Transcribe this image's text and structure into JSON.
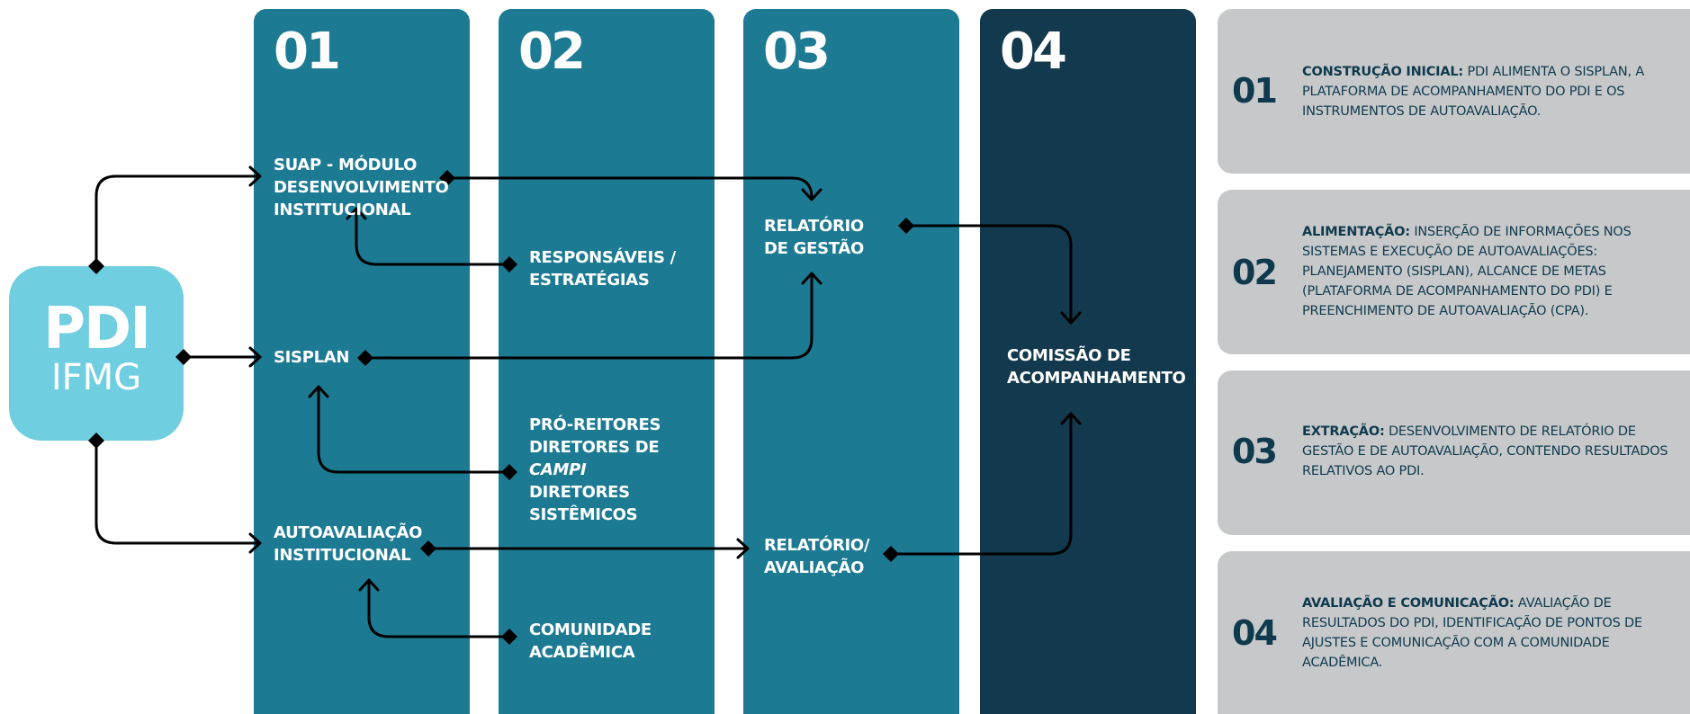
{
  "columns": [
    {
      "num": "01"
    },
    {
      "num": "02"
    },
    {
      "num": "03"
    },
    {
      "num": "04"
    }
  ],
  "pdi": {
    "title": "PDI",
    "subtitle": "IFMG"
  },
  "nodes": {
    "suap": [
      "SUAP - MÓDULO",
      "DESENVOLVIMENTO",
      "INSTITUCIONAL"
    ],
    "sisplan": [
      "SISPLAN"
    ],
    "autoavaliacao": [
      "AUTOAVALIAÇÃO",
      "INSTITUCIONAL"
    ],
    "responsaveis": [
      "RESPONSÁVEIS /",
      "ESTRATÉGIAS"
    ],
    "pro_reitores": [
      "PRÓ-REITORES",
      "DIRETORES DE",
      "CAMPI",
      "DIRETORES",
      "SISTÊMICOS"
    ],
    "comunidade": [
      "COMUNIDADE",
      "ACADÊMICA"
    ],
    "relatorio_gestao": [
      "RELATÓRIO",
      "DE GESTÃO"
    ],
    "relatorio_avaliacao": [
      "RELATÓRIO/",
      "AVALIAÇÃO"
    ],
    "comissao": [
      "COMISSÃO DE",
      "ACOMPANHAMENTO"
    ]
  },
  "legend": [
    {
      "num": "01",
      "label": "CONSTRUÇÃO INICIAL:",
      "text": " PDI ALIMENTA O SISPLAN, A PLATAFORMA DE ACOMPANHAMENTO DO PDI E OS INSTRUMENTOS DE AUTOAVALIAÇÃO."
    },
    {
      "num": "02",
      "label": "ALIMENTAÇÃO:",
      "text": " INSERÇÃO DE INFORMAÇÕES NOS SISTEMAS E EXECUÇÃO DE AUTOAVALIAÇÕES: PLANEJAMENTO (SISPLAN), ALCANCE DE METAS (PLATAFORMA DE ACOMPANHAMENTO DO PDI) E PREENCHIMENTO DE AUTOAVALIAÇÃO (CPA)."
    },
    {
      "num": "03",
      "label": "EXTRAÇÃO:",
      "text": " DESENVOLVIMENTO DE RELATÓRIO DE GESTÃO E DE AUTOAVALIAÇÃO, CONTENDO RESULTADOS RELATIVOS AO PDI."
    },
    {
      "num": "04",
      "label": "AVALIAÇÃO E COMUNICAÇÃO:",
      "text": " AVALIAÇÃO DE RESULTADOS DO PDI, IDENTIFICAÇÃO DE PONTOS DE AJUSTES E COMUNICAÇÃO COM A COMUNIDADE ACADÊMICA."
    }
  ],
  "colors": {
    "column": "#1d7a93",
    "column_dark": "#12394d",
    "pdi": "#6fcee0",
    "legend_bg": "#c6c8ca",
    "legend_text": "#0f3a4d",
    "arrow": "#000000"
  }
}
